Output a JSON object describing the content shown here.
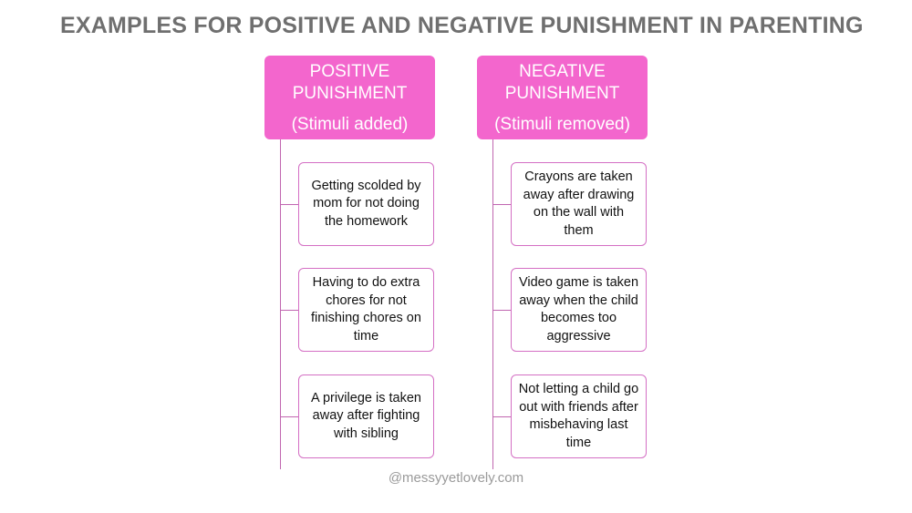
{
  "title": "EXAMPLES FOR POSITIVE AND NEGATIVE PUNISHMENT IN PARENTING",
  "colors": {
    "header_fill": "#f366cd",
    "card_border": "#d46fc4",
    "title_text": "#6f6f6f",
    "footer_text": "#9a9a9a"
  },
  "columns": [
    {
      "header_line1": "POSITIVE",
      "header_line2": "PUNISHMENT",
      "header_line3": "(Stimuli added)",
      "examples": [
        "Getting scolded by mom for not doing the homework",
        "Having to do extra chores for not finishing chores on time",
        "A privilege is taken away after fighting with sibling"
      ]
    },
    {
      "header_line1": "NEGATIVE",
      "header_line2": "PUNISHMENT",
      "header_line3": "(Stimuli removed)",
      "examples": [
        "Crayons are taken away after drawing on the wall with them",
        "Video game is taken away when the child becomes too aggressive",
        "Not letting a child go out with friends after misbehaving last time"
      ]
    }
  ],
  "footer": "@messyyetlovely.com"
}
